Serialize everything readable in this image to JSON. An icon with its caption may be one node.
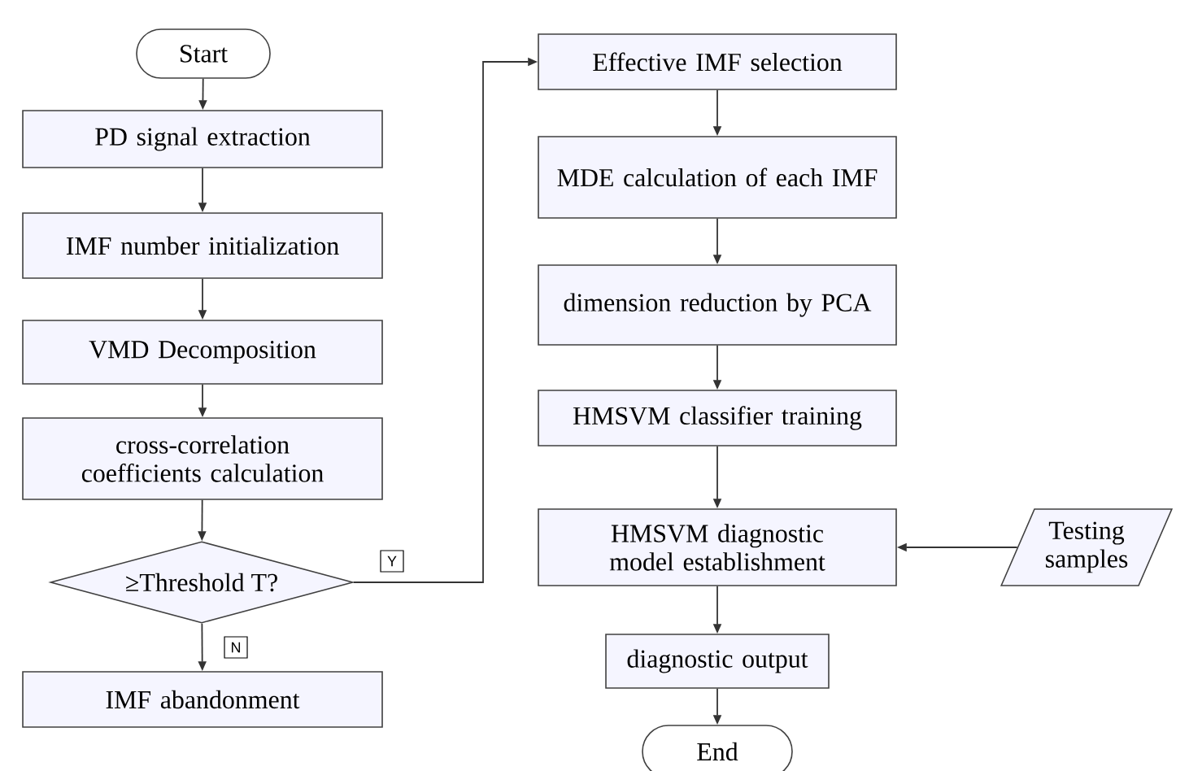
{
  "diagram": {
    "nodes": [
      {
        "text": [
          "Start"
        ]
      },
      {
        "text": [
          "PD signal extraction"
        ]
      },
      {
        "text": [
          "IMF number initialization"
        ]
      },
      {
        "text": [
          "VMD Decomposition"
        ]
      },
      {
        "text": [
          "cross-correlation coefficients calculation"
        ]
      },
      {
        "text": [
          "≥Threshold T?"
        ]
      },
      {
        "text": [
          "IMF abandonment"
        ]
      },
      {
        "text": [
          "Effective IMF selection"
        ]
      },
      {
        "text": [
          "MDE calculation of each IMF"
        ]
      },
      {
        "text": [
          "dimension reduction by PCA"
        ]
      },
      {
        "text": [
          "HMSVM classifier training"
        ]
      },
      {
        "text": [
          "HMSVM diagnostic model establishment"
        ]
      },
      {
        "text": [
          "diagnostic output"
        ]
      },
      {
        "text": [
          "End"
        ]
      },
      {
        "text": [
          "Testing samples"
        ]
      }
    ],
    "edges": [
      {
        "from": 0,
        "to": 1,
        "arrow": "to"
      },
      {
        "from": 1,
        "to": 2,
        "arrow": "to"
      },
      {
        "from": 2,
        "to": 3,
        "arrow": "to"
      },
      {
        "from": 3,
        "to": 4,
        "arrow": "to"
      },
      {
        "from": 4,
        "to": 5,
        "arrow": "to"
      },
      {
        "from": 5,
        "to": 6,
        "arrow": "to",
        "label": "N"
      },
      {
        "from": 5,
        "to": 7,
        "arrow": "to",
        "label": "Y"
      },
      {
        "from": 7,
        "to": 8,
        "arrow": "to"
      },
      {
        "from": 8,
        "to": 9,
        "arrow": "to"
      },
      {
        "from": 9,
        "to": 10,
        "arrow": "to"
      },
      {
        "from": 10,
        "to": 11,
        "arrow": "to"
      },
      {
        "from": 11,
        "to": 12,
        "arrow": "to"
      },
      {
        "from": 12,
        "to": 13,
        "arrow": "to"
      },
      {
        "from": 14,
        "to": 11,
        "arrow": "to"
      }
    ]
  }
}
